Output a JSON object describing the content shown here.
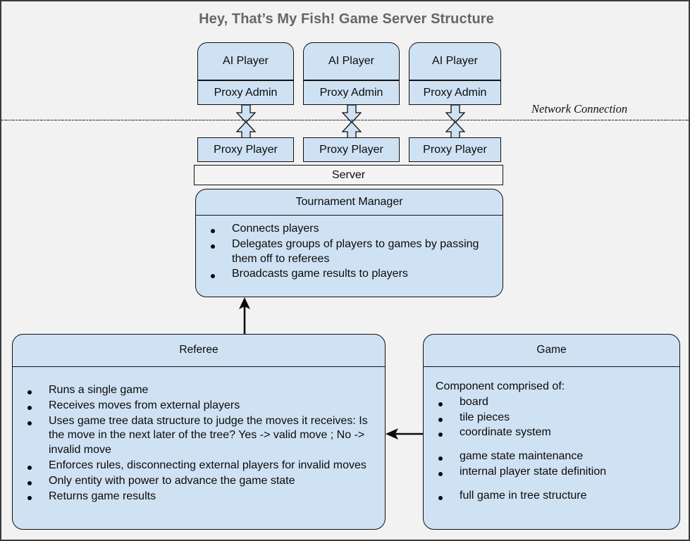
{
  "diagram": {
    "title": "Hey, That’s My Fish! Game Server Structure",
    "network_label": "Network Connection",
    "colors": {
      "box_fill": "#cfe2f3",
      "box_fill_white": "#f4f4f4",
      "stroke": "#101010",
      "background": "#f2f2f2",
      "title_color": "#666666"
    },
    "clients": [
      {
        "ai_player": "AI Player",
        "proxy_admin": "Proxy Admin"
      },
      {
        "ai_player": "AI Player",
        "proxy_admin": "Proxy Admin"
      },
      {
        "ai_player": "AI Player",
        "proxy_admin": "Proxy Admin"
      }
    ],
    "proxy_players": [
      {
        "label": "Proxy Player"
      },
      {
        "label": "Proxy Player"
      },
      {
        "label": "Proxy Player"
      }
    ],
    "server": {
      "label": "Server"
    },
    "tournament_manager": {
      "title": "Tournament Manager",
      "bullets": [
        "Connects players",
        "Delegates groups of players to games by passing them off to referees",
        "Broadcasts game results to players"
      ]
    },
    "referee": {
      "title": "Referee",
      "bullets": [
        "Runs a single game",
        "Receives moves from external players",
        "Uses game tree data structure to judge the moves it receives: Is the move in the next later of the tree? Yes -> valid move ; No -> invalid move",
        "Enforces rules, disconnecting external players for invalid moves",
        "Only entity with power to advance the game state",
        "Returns game results"
      ]
    },
    "game": {
      "title": "Game",
      "intro": "Component comprised of:",
      "bullets_group_1": [
        "board",
        "tile pieces",
        "coordinate system"
      ],
      "bullets_group_2": [
        "game state maintenance",
        "internal player state definition"
      ],
      "bullets_group_3": [
        "full game in tree structure"
      ]
    }
  }
}
